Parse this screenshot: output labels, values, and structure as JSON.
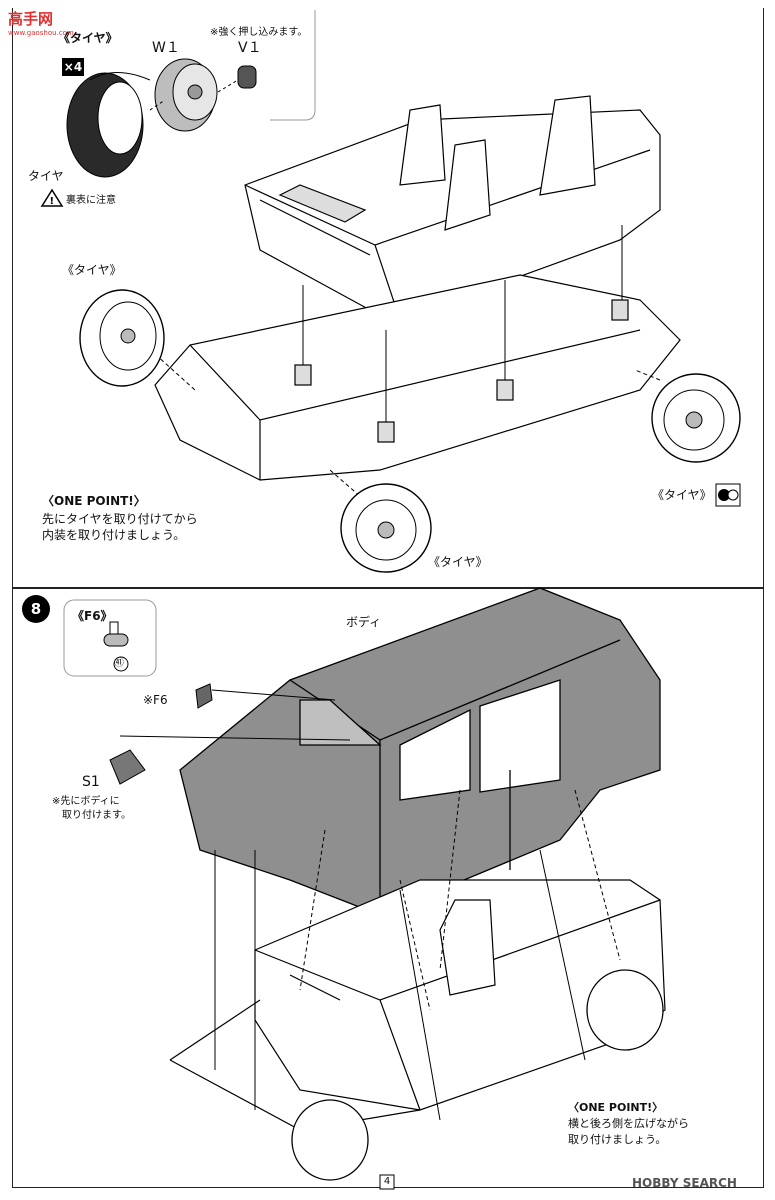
{
  "watermark_top": {
    "logo_text": "高手网",
    "url": "www.gaoshou.com"
  },
  "step7": {
    "tire_box": {
      "title": "《タイヤ》",
      "multiplier": "×4",
      "part_w1": "W１",
      "part_v1": "V１",
      "note_push": "※強く押し込みます。",
      "tire_label": "タイヤ",
      "warning_note": "裏表に注意"
    },
    "tire_label_left": "《タイヤ》",
    "tire_label_right": "《タイヤ》",
    "tire_label_front": "《タイヤ》",
    "one_point_title": "〈ONE POINT!〉",
    "one_point_lines": [
      "先にタイヤを取り付けてから",
      "内装を取り付けましょう。"
    ]
  },
  "step8": {
    "step_number": "8",
    "f6_box_title": "《F6》",
    "f6_box_number": "㊶",
    "body_label": "ボディ",
    "f6_label": "※F6",
    "s1_label": "S1",
    "s1_note_lines": [
      "※先にボディに",
      "取り付けます。"
    ],
    "one_point_title": "〈ONE POINT!〉",
    "one_point_lines": [
      "横と後ろ側を広げながら",
      "取り付けましょう。"
    ]
  },
  "footer": {
    "page_number": "4",
    "watermark": "HOBBY SEARCH"
  }
}
